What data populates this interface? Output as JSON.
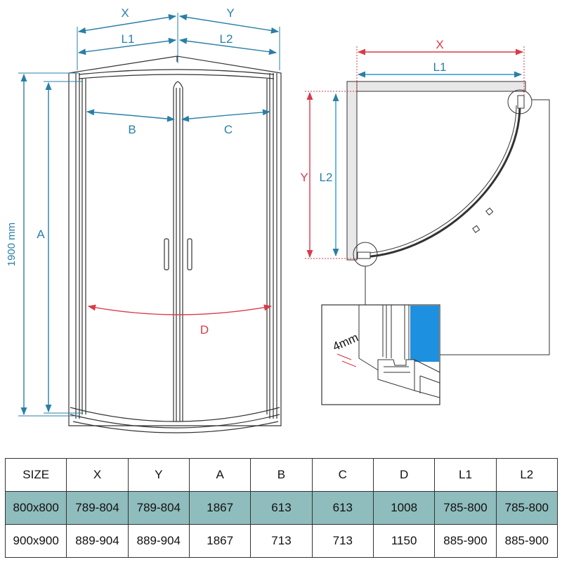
{
  "front_view": {
    "label_x": "X",
    "label_y": "Y",
    "label_l1": "L1",
    "label_l2": "L2",
    "label_a": "A",
    "label_b": "B",
    "label_c": "C",
    "label_d": "D",
    "height_text": "1900 mm"
  },
  "plan_view": {
    "label_x": "X",
    "label_l1": "L1",
    "label_y": "Y",
    "label_l2": "L2"
  },
  "detail": {
    "gap_text": "4mm"
  },
  "colors": {
    "dimension_blue": "#2a7fa8",
    "dimension_red": "#d93a4a",
    "glass_blue": "#1e90e0",
    "highlight_row": "#8fbcbc"
  },
  "table": {
    "headers": [
      "SIZE",
      "X",
      "Y",
      "A",
      "B",
      "C",
      "D",
      "L1",
      "L2"
    ],
    "rows": [
      [
        "800x800",
        "789-804",
        "789-804",
        "1867",
        "613",
        "613",
        "1008",
        "785-800",
        "785-800"
      ],
      [
        "900x900",
        "889-904",
        "889-904",
        "1867",
        "713",
        "713",
        "1150",
        "885-900",
        "885-900"
      ]
    ]
  }
}
